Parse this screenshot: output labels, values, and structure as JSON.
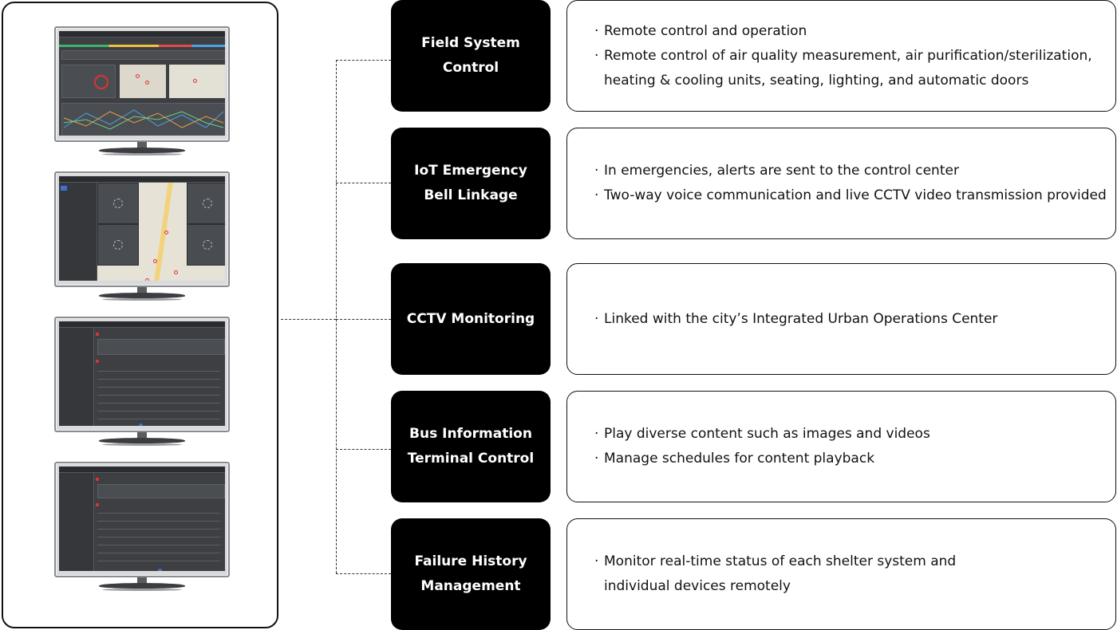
{
  "features": [
    {
      "title_lines": [
        "Field System Control"
      ],
      "bullets": [
        {
          "text": "Remote control and operation",
          "cont": ""
        },
        {
          "text": "Remote control of air quality measurement, air purification/sterilization,",
          "cont": "heating & cooling units, seating, lighting, and automatic doors"
        }
      ]
    },
    {
      "title_lines": [
        "IoT Emergency",
        "Bell Linkage"
      ],
      "bullets": [
        {
          "text": "In emergencies, alerts are sent to the control center",
          "cont": ""
        },
        {
          "text": "Two-way voice communication and live CCTV video transmission provided",
          "cont": ""
        }
      ]
    },
    {
      "title_lines": [
        "CCTV Monitoring"
      ],
      "bullets": [
        {
          "text": "Linked with the city’s Integrated Urban Operations Center",
          "cont": ""
        }
      ]
    },
    {
      "title_lines": [
        "Bus Information",
        "Terminal Control"
      ],
      "bullets": [
        {
          "text": "Play diverse content such as images and videos",
          "cont": ""
        },
        {
          "text": "Manage schedules for content playback",
          "cont": ""
        }
      ]
    },
    {
      "title_lines": [
        "Failure History",
        "Management"
      ],
      "bullets": [
        {
          "text": "Monitor real-time status of each shelter system and",
          "cont": "individual devices remotely"
        }
      ]
    }
  ],
  "bullet_char": "·",
  "monitors": [
    {
      "screen": "dashboard-screen"
    },
    {
      "screen": "cctv-map-screen"
    },
    {
      "screen": "device-list-screen"
    },
    {
      "screen": "failure-history-screen"
    }
  ]
}
